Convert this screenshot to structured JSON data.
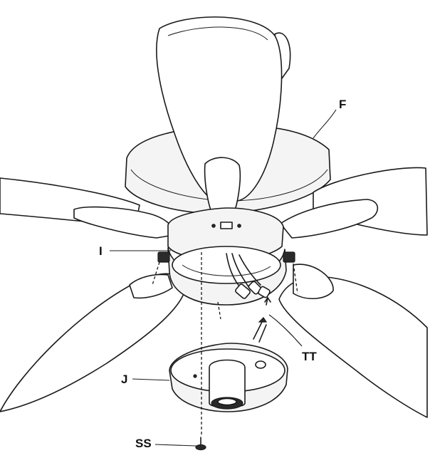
{
  "labels": {
    "fan_blade": "F",
    "switch_housing": "I",
    "wires": "TT",
    "light_kit_plate": "J",
    "screw": "SS"
  },
  "colors": {
    "line": "#1a1a1a",
    "background": "#ffffff"
  }
}
